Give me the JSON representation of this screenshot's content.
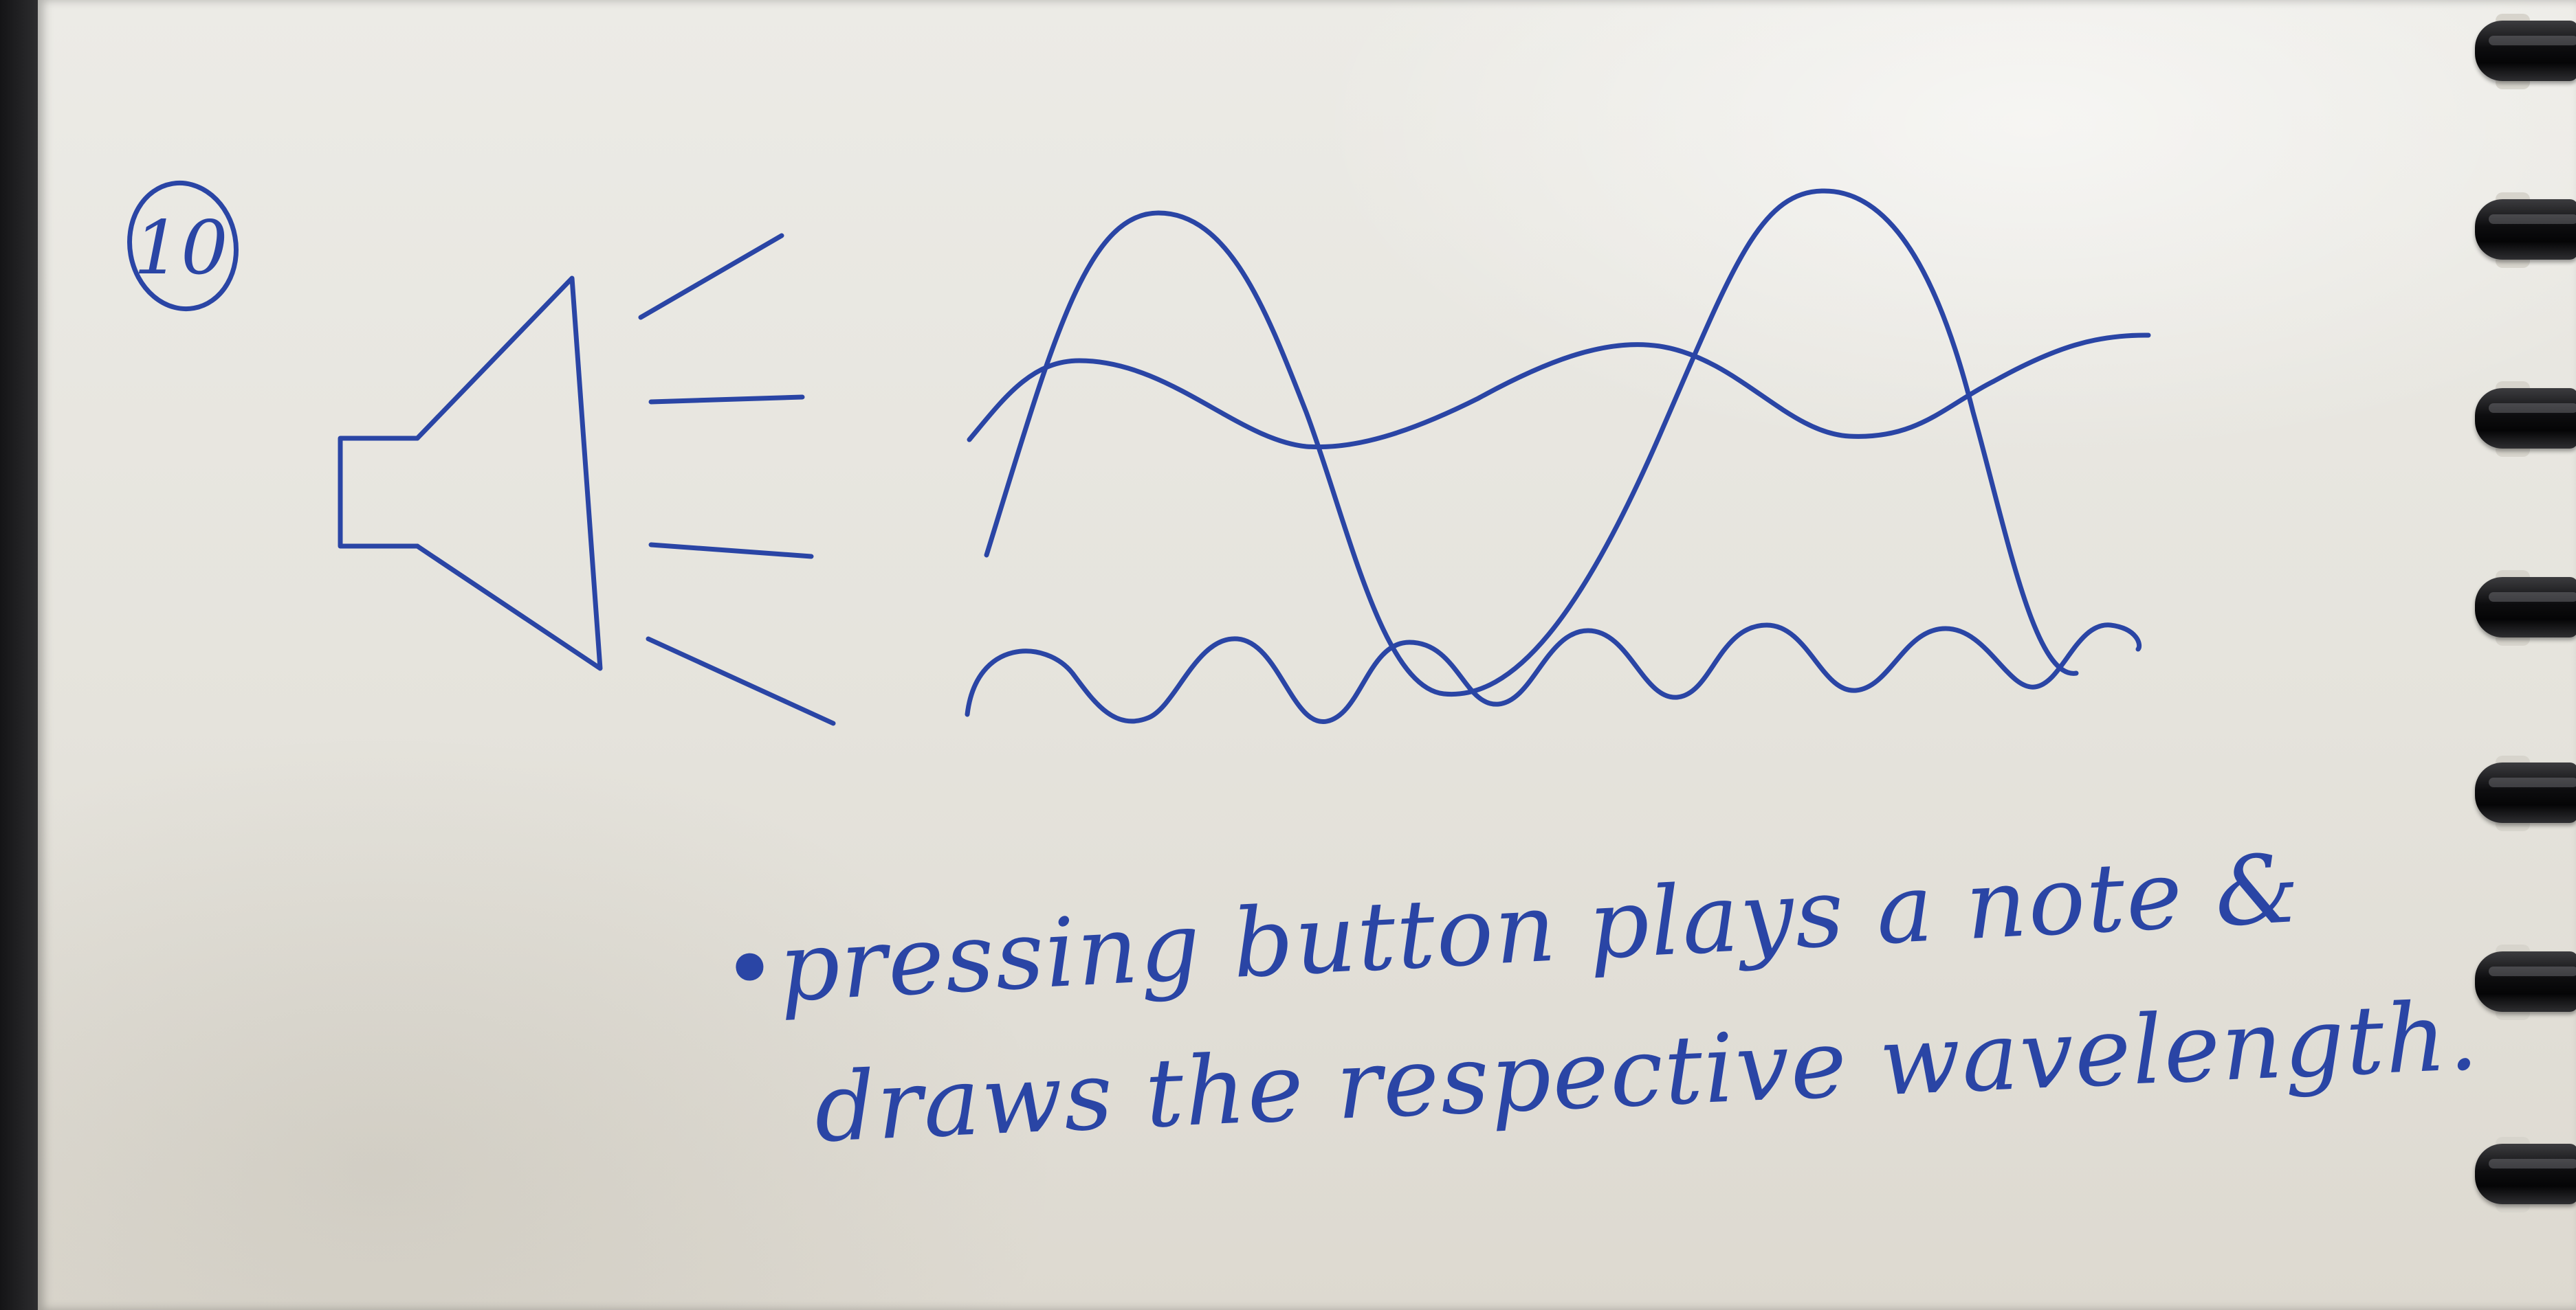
{
  "page_number": "10",
  "note": {
    "line1": "•pressing button plays a note &",
    "line2": "draws the respective wavelength."
  },
  "ink_color": "#2a45a5",
  "paper_color": "#e7e5df",
  "drawing": {
    "speaker": "speaker-icon",
    "waves": [
      "high-amplitude-wave",
      "medium-wave",
      "high-frequency-wave"
    ]
  }
}
